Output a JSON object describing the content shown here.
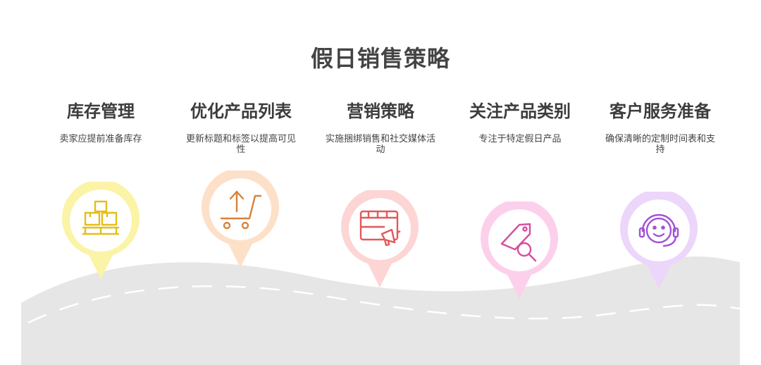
{
  "page": {
    "title": "假日销售策略"
  },
  "steps": [
    {
      "heading": "库存管理",
      "description": "卖家应提前准备库存",
      "icon": "boxes-pallet-icon",
      "color": "#fbf3a6",
      "icon_color": "#e2bf1b"
    },
    {
      "heading": "优化产品列表",
      "description": "更新标题和标签以提高可见性",
      "icon": "cart-upload-icon",
      "color": "#fde0c8",
      "icon_color": "#d8823a"
    },
    {
      "heading": "营销策略",
      "description": "实施捆绑销售和社交媒体活动",
      "icon": "calendar-megaphone-icon",
      "color": "#fdd5d5",
      "icon_color": "#e2585b"
    },
    {
      "heading": "关注产品类别",
      "description": "专注于特定假日产品",
      "icon": "tag-search-icon",
      "color": "#fcd0ea",
      "icon_color": "#d44fa0"
    },
    {
      "heading": "客户服务准备",
      "description": "确保清晰的定制时间表和支持",
      "icon": "support-headset-icon",
      "color": "#ecd6fa",
      "icon_color": "#a352d6"
    }
  ],
  "colors": {
    "road": "#e6e6e6",
    "road_dash": "#ffffff"
  }
}
